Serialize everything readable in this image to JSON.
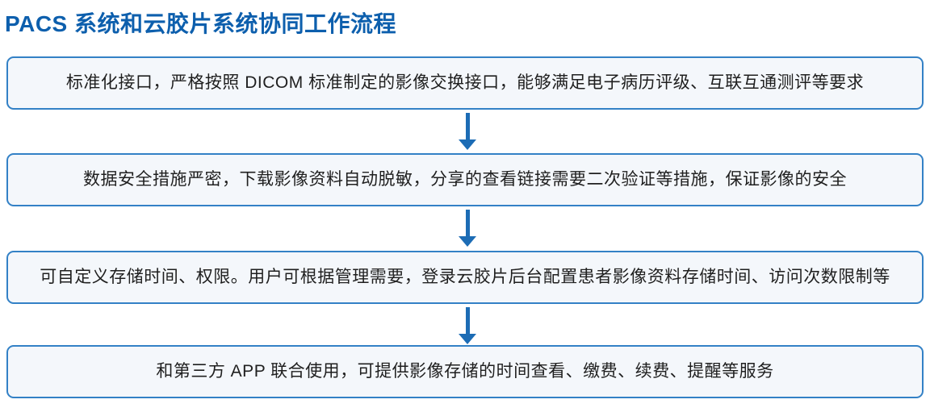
{
  "page": {
    "title": "PACS 系统和云胶片系统协同工作流程"
  },
  "flow": {
    "steps": [
      {
        "text": "标准化接口，严格按照 DICOM 标准制定的影像交换接口，能够满足电子病历评级、互联互通测评等要求"
      },
      {
        "text": "数据安全措施严密，下载影像资料自动脱敏，分享的查看链接需要二次验证等措施，保证影像的安全"
      },
      {
        "text": "可自定义存储时间、权限。用户可根据管理需要，登录云胶片后台配置患者影像资料存储时间、访问次数限制等"
      },
      {
        "text": "和第三方 APP 联合使用，可提供影像存储的时间查看、缴费、续费、提醒等服务"
      }
    ],
    "connector": "down-arrow"
  },
  "colors": {
    "title_text": "#0d5fad",
    "box_border": "#3381c6",
    "box_background": "#f4f7fb",
    "box_text": "#1f1f1f",
    "arrow": "#1c6cb5",
    "page_background": "#ffffff"
  }
}
